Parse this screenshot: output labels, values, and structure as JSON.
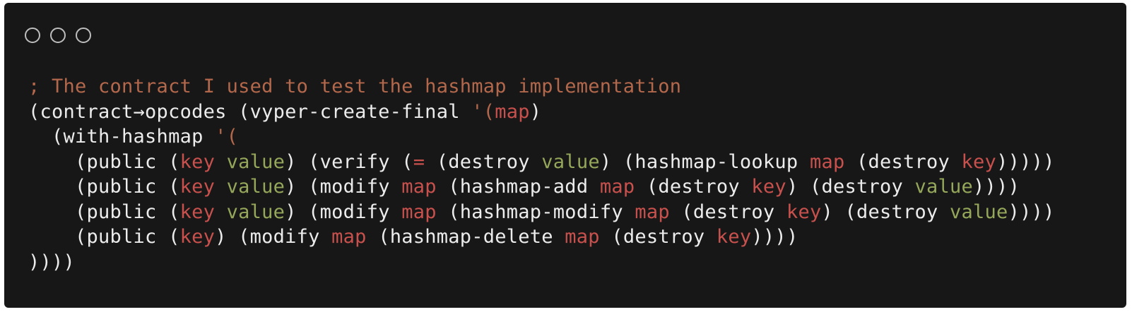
{
  "window": {
    "controls": [
      "close-circle",
      "minimize-circle",
      "zoom-circle"
    ]
  },
  "code": {
    "lines": [
      [
        {
          "t": "; The contract I used to test the hashmap implementation",
          "c": "comment"
        }
      ],
      [
        {
          "t": "(contract→opcodes (vyper-create-final ",
          "c": "plain"
        },
        {
          "t": "'(",
          "c": "quote"
        },
        {
          "t": "map",
          "c": "red"
        },
        {
          "t": ")",
          "c": "plain"
        }
      ],
      [
        {
          "t": "  (with-hashmap ",
          "c": "plain"
        },
        {
          "t": "'(",
          "c": "quote"
        }
      ],
      [
        {
          "t": "    (public (",
          "c": "plain"
        },
        {
          "t": "key",
          "c": "red"
        },
        {
          "t": " ",
          "c": "plain"
        },
        {
          "t": "value",
          "c": "green"
        },
        {
          "t": ") (verify (",
          "c": "plain"
        },
        {
          "t": "=",
          "c": "red"
        },
        {
          "t": " (destroy ",
          "c": "plain"
        },
        {
          "t": "value",
          "c": "green"
        },
        {
          "t": ") (hashmap-lookup ",
          "c": "plain"
        },
        {
          "t": "map",
          "c": "red"
        },
        {
          "t": " (destroy ",
          "c": "plain"
        },
        {
          "t": "key",
          "c": "red"
        },
        {
          "t": ")))))",
          "c": "plain"
        }
      ],
      [
        {
          "t": "    (public (",
          "c": "plain"
        },
        {
          "t": "key",
          "c": "red"
        },
        {
          "t": " ",
          "c": "plain"
        },
        {
          "t": "value",
          "c": "green"
        },
        {
          "t": ") (modify ",
          "c": "plain"
        },
        {
          "t": "map",
          "c": "red"
        },
        {
          "t": " (hashmap-add ",
          "c": "plain"
        },
        {
          "t": "map",
          "c": "red"
        },
        {
          "t": " (destroy ",
          "c": "plain"
        },
        {
          "t": "key",
          "c": "red"
        },
        {
          "t": ") (destroy ",
          "c": "plain"
        },
        {
          "t": "value",
          "c": "green"
        },
        {
          "t": "))))",
          "c": "plain"
        }
      ],
      [
        {
          "t": "    (public (",
          "c": "plain"
        },
        {
          "t": "key",
          "c": "red"
        },
        {
          "t": " ",
          "c": "plain"
        },
        {
          "t": "value",
          "c": "green"
        },
        {
          "t": ") (modify ",
          "c": "plain"
        },
        {
          "t": "map",
          "c": "red"
        },
        {
          "t": " (hashmap-modify ",
          "c": "plain"
        },
        {
          "t": "map",
          "c": "red"
        },
        {
          "t": " (destroy ",
          "c": "plain"
        },
        {
          "t": "key",
          "c": "red"
        },
        {
          "t": ") (destroy ",
          "c": "plain"
        },
        {
          "t": "value",
          "c": "green"
        },
        {
          "t": "))))",
          "c": "plain"
        }
      ],
      [
        {
          "t": "    (public (",
          "c": "plain"
        },
        {
          "t": "key",
          "c": "red"
        },
        {
          "t": ") (modify ",
          "c": "plain"
        },
        {
          "t": "map",
          "c": "red"
        },
        {
          "t": " (hashmap-delete ",
          "c": "plain"
        },
        {
          "t": "map",
          "c": "red"
        },
        {
          "t": " (destroy ",
          "c": "plain"
        },
        {
          "t": "key",
          "c": "red"
        },
        {
          "t": "))))",
          "c": "plain"
        }
      ],
      [
        {
          "t": "))))",
          "c": "plain"
        }
      ]
    ]
  },
  "colors": {
    "background": "#171717",
    "plain": "#ececec",
    "comment": "#b3684c",
    "keyword_red": "#c8514d",
    "value_green": "#95a75a",
    "window_dot": "#bdbdbd"
  }
}
